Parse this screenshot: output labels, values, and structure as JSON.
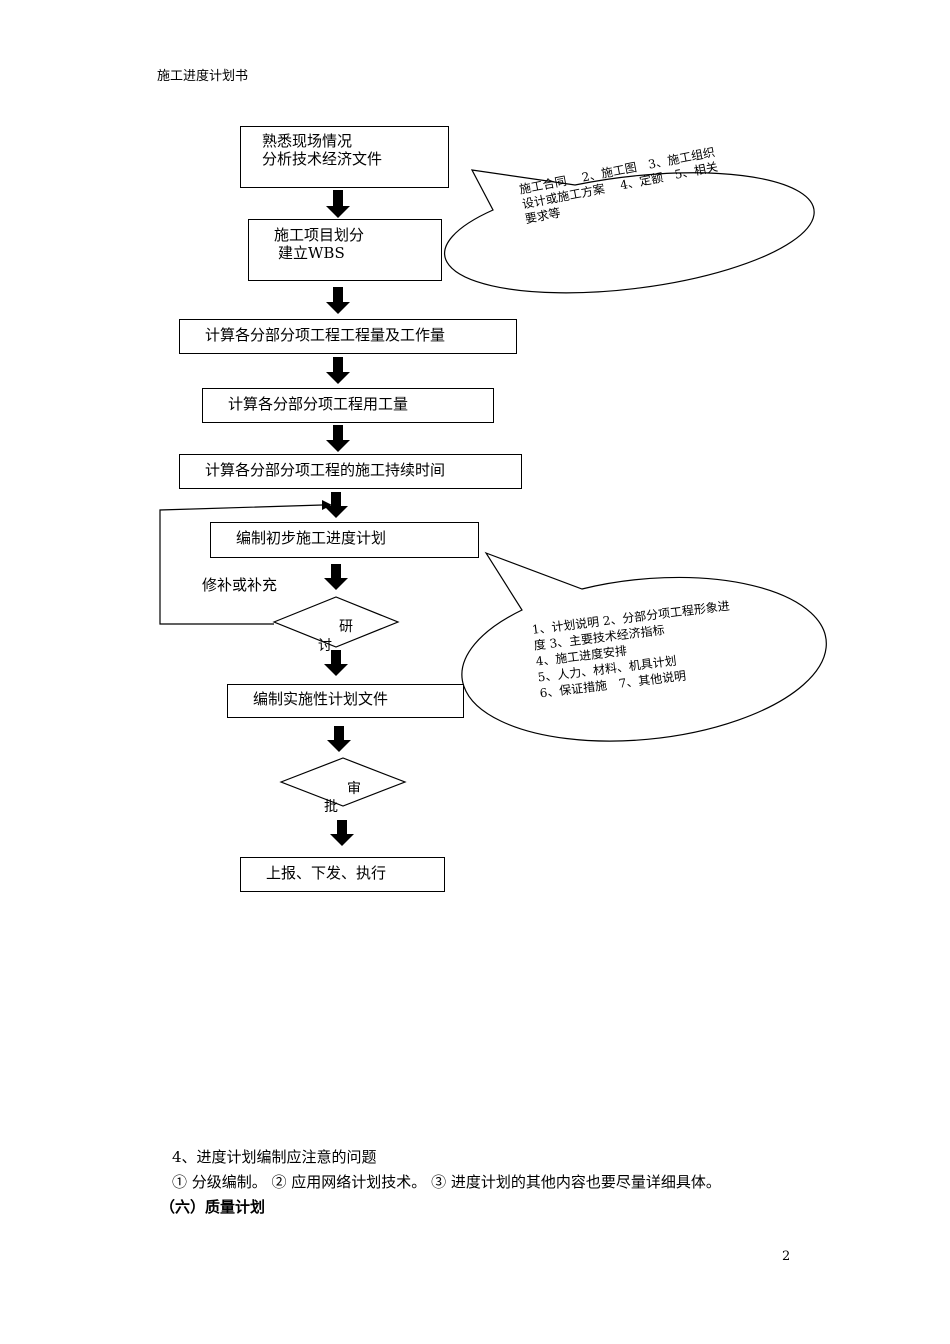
{
  "header": {
    "title": "施工进度计划书"
  },
  "flow": {
    "step1": [
      "熟悉现场情况",
      "分析技术经济文件"
    ],
    "step2": [
      "施工项目划分",
      "建立WBS"
    ],
    "step3": "计算各分部分项工程工程量及工作量",
    "step4": "计算各分部分项工程用工量",
    "step5": "计算各分部分项工程的施工持续时间",
    "step6": "编制初步施工进度计划",
    "loop_label": "修补或补充",
    "discuss": [
      "研",
      "讨"
    ],
    "step7": "编制实施性计划文件",
    "approve": [
      "审",
      "批"
    ],
    "step8": "上报、下发、执行"
  },
  "callouts": {
    "basis": [
      "施工合同　 2、施工图　3、施工组织",
      "设计或施工方案　 4、定额　5、相关",
      "要求等"
    ],
    "contents": [
      "1、计划说明  2、分部分项工程形象进",
      "度  3、主要技术经济指标",
      "4、施工进度安排",
      "5、人力、材料、机具计划",
      "6、保证措施　7、其他说明"
    ]
  },
  "body": {
    "item4_title": "4、进度计划编制应注意的问题",
    "item4_text": "① 分级编制。 ② 应用网络计划技术。 ③ 进度计划的其他内容也要尽量详细具体。",
    "section6": "（六）质量计划"
  },
  "footer": {
    "page_number": "2"
  }
}
